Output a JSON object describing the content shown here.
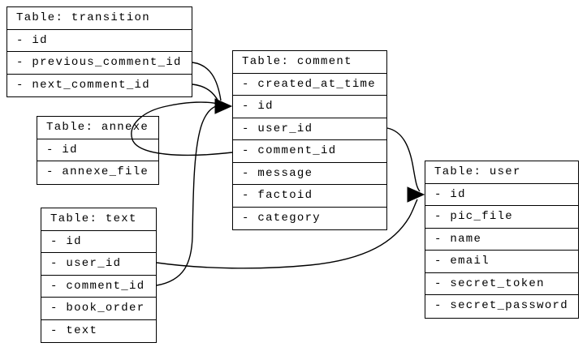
{
  "diagram": {
    "kind": "database schema diagram",
    "tables": {
      "transition": {
        "title": "Table: transition",
        "fields": [
          "- id",
          "- previous_comment_id",
          "- next_comment_id"
        ]
      },
      "annexe": {
        "title": "Table: annexe",
        "fields": [
          "- id",
          "- annexe_file"
        ]
      },
      "text": {
        "title": "Table: text",
        "fields": [
          "- id",
          "- user_id",
          "- comment_id",
          "- book_order",
          "- text"
        ]
      },
      "comment": {
        "title": "Table: comment",
        "fields": [
          "- created_at_time",
          "- id",
          "- user_id",
          "- comment_id",
          "- message",
          "- factoid",
          "- category"
        ]
      },
      "user": {
        "title": "Table: user",
        "fields": [
          "- id",
          "- pic_file",
          "- name",
          "- email",
          "- secret_token",
          "- secret_password"
        ]
      }
    },
    "relationships": [
      {
        "from": "transition.previous_comment_id",
        "to": "comment.id"
      },
      {
        "from": "transition.next_comment_id",
        "to": "comment.id"
      },
      {
        "from": "comment.comment_id",
        "to": "comment.id"
      },
      {
        "from": "text.comment_id",
        "to": "comment.id"
      },
      {
        "from": "comment.user_id",
        "to": "user.id"
      },
      {
        "from": "text.user_id",
        "to": "user.id"
      }
    ],
    "colors": {
      "line": "#000000",
      "border": "#000000",
      "table_bg": "#ffffff",
      "text": "#000000",
      "page_bg": "#ffffff"
    }
  }
}
